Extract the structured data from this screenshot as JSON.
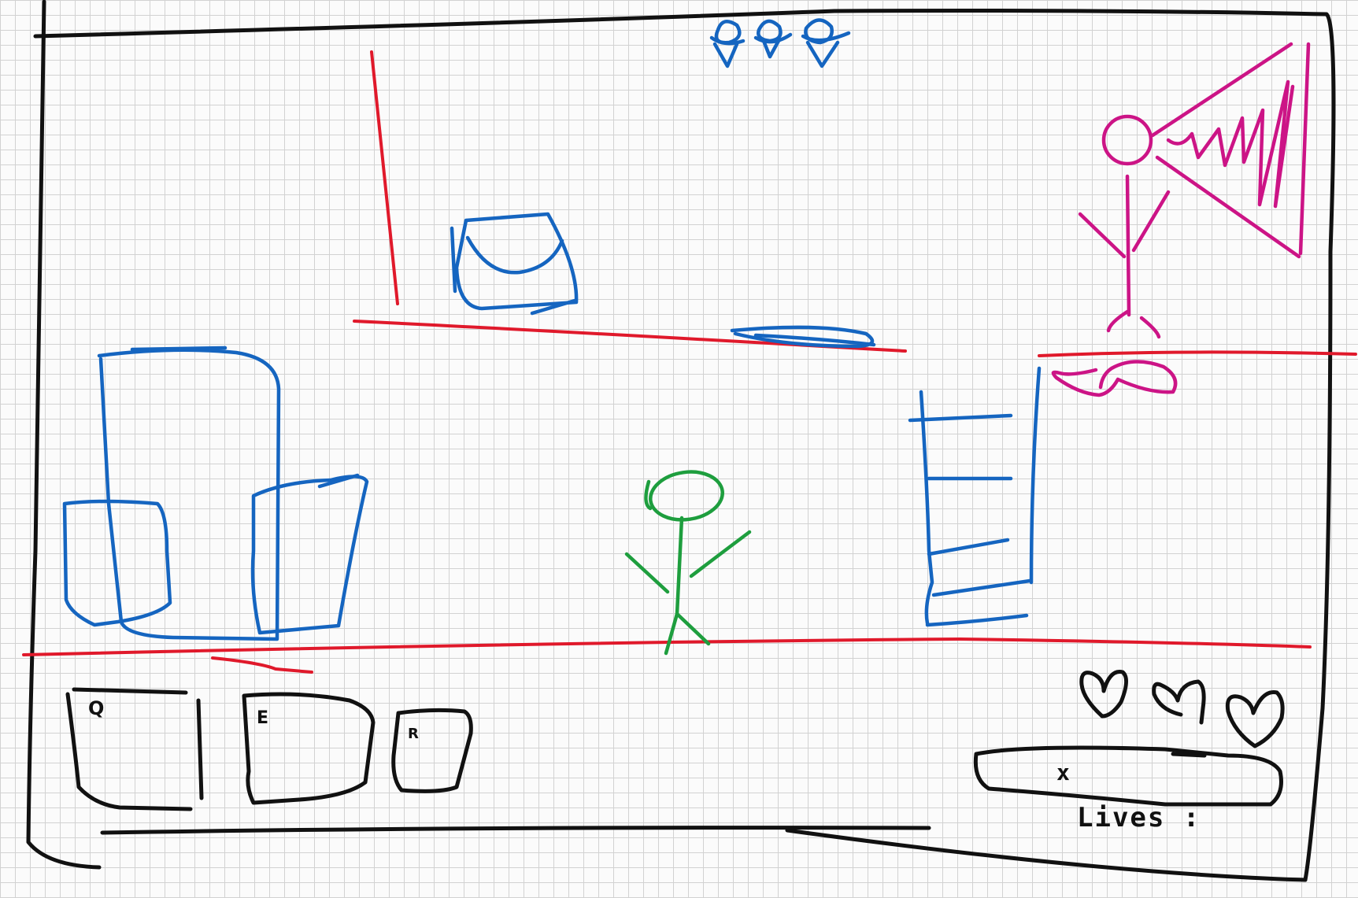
{
  "hotbar": {
    "slots": [
      {
        "key": "Q"
      },
      {
        "key": "E"
      },
      {
        "key": "R"
      }
    ]
  },
  "hud": {
    "lives_count": 3,
    "bar_label": "x",
    "lives_label": "Lives :"
  },
  "colors": {
    "frame": "#111111",
    "platform": "#e0192b",
    "objects": "#1565c0",
    "player": "#1e9e3e",
    "enemy": "#cc1486"
  }
}
